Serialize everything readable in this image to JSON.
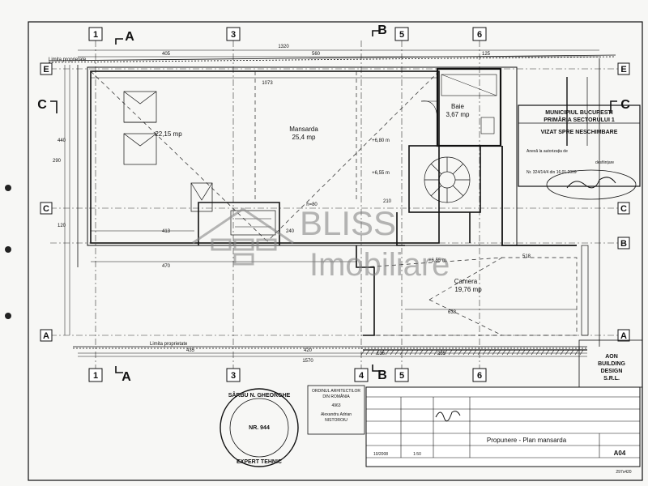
{
  "plan": {
    "rooms": {
      "terrace_area": "22,15 mp",
      "mansarda_name": "Mansarda",
      "mansarda_area": "25,4 mp",
      "baie_name": "Baie",
      "baie_area": "3,67 mp",
      "camera_name": "Camera",
      "camera_area": "19,76 mp"
    },
    "grid_labels": {
      "g1": "1",
      "g3": "3",
      "g4": "4",
      "g5": "5",
      "g6": "6",
      "ga": "A",
      "gb": "B",
      "gc": "C",
      "ge": "E"
    },
    "section_labels": {
      "a": "A",
      "b": "B",
      "c": "C"
    },
    "property_limit": "Limita proprietate",
    "dims": {
      "top_total": "1320",
      "top_405": "405",
      "top_560": "560",
      "top_125": "125",
      "inner_1073": "1073",
      "bottom_total": "1570",
      "bottom_435": "435",
      "bottom_420": "420",
      "bottom_136": "136",
      "bottom_235": "235",
      "mid_470": "470",
      "mid_413": "413",
      "mid_638": "638",
      "mid_518": "518",
      "mid_240": "240",
      "mid_210": "210",
      "left_440": "440",
      "left_290": "290",
      "left_120": "120",
      "h80": "h=80",
      "lvl_1": "+6,80 m",
      "lvl_2": "+6,55 m",
      "lvl_3": "+6,55 m"
    },
    "stamp_municipal": {
      "line1": "MUNICIPIUL BUCURESTI",
      "line2": "PRIMĂRIA SECTORULUI 1",
      "line3": "VIZAT SPRE NESCHIMBARE",
      "line4": "Anexă la autorizația de",
      "line5": "desființare",
      "line6": "Nr. 324/14/4 din 16.01.2009"
    },
    "stamp_round": {
      "name": "SÂRBU N. GHEORGHE",
      "reg": "NR. 944",
      "role": "EXPERT TEHNIC"
    },
    "stamp_company": {
      "line1": "AON",
      "line2": "BUILDING",
      "line3": "DESIGN",
      "line4": "S.R.L."
    },
    "architect_block": {
      "line1": "ORDINUL ARHITECTILOR",
      "line2": "DIN ROMÂNIA",
      "line3": "4963",
      "line4": "Alexandru Adrian",
      "line5": "NISTOROIU"
    },
    "title_block": {
      "project": "Propunere - Plan mansarda",
      "sheet": "A04",
      "scale": "1:50",
      "date": "10/2008",
      "format": "297x420"
    }
  },
  "watermark": {
    "word1": "BLISS",
    "word2": "Imobiliare"
  }
}
